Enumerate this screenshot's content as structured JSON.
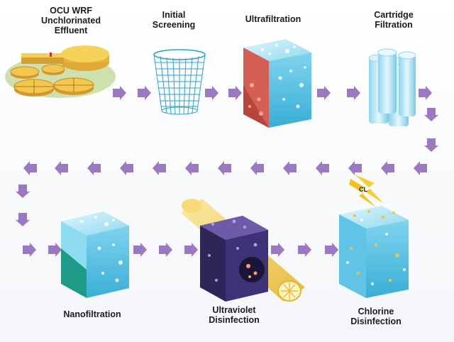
{
  "stages": [
    {
      "id": "effluent",
      "label": "OCU WRF\nUnchlorinated\nEffluent",
      "icon": "treatment-plant-icon"
    },
    {
      "id": "screening",
      "label": "Initial\nScreening",
      "icon": "mesh-basket-icon"
    },
    {
      "id": "ultrafiltration",
      "label": "Ultrafiltration",
      "icon": "membrane-cube-icon"
    },
    {
      "id": "cartridge",
      "label": "Cartridge\nFiltration",
      "icon": "cartridge-filters-icon"
    },
    {
      "id": "chlorine",
      "label": "Chlorine\nDisinfection",
      "icon": "chlorine-cube-icon"
    },
    {
      "id": "ultraviolet",
      "label": "Ultraviolet\nDisinfection",
      "icon": "uv-cube-icon"
    },
    {
      "id": "nanofiltration",
      "label": "Nanofiltration",
      "icon": "membrane-cube-icon"
    }
  ],
  "chlorine_badge": "CL",
  "colors": {
    "arrow": "#9b78c2",
    "water_light": "#bfe9f7",
    "water_mid": "#6fcdea",
    "water_dark": "#3aaed6",
    "red_side": "#d65f55",
    "green_side": "#1f9a86",
    "uv_purple": "#3a2f6b",
    "gold": "#f0c63a",
    "plant_green": "#8db84a",
    "plant_yellow": "#f2c649"
  }
}
